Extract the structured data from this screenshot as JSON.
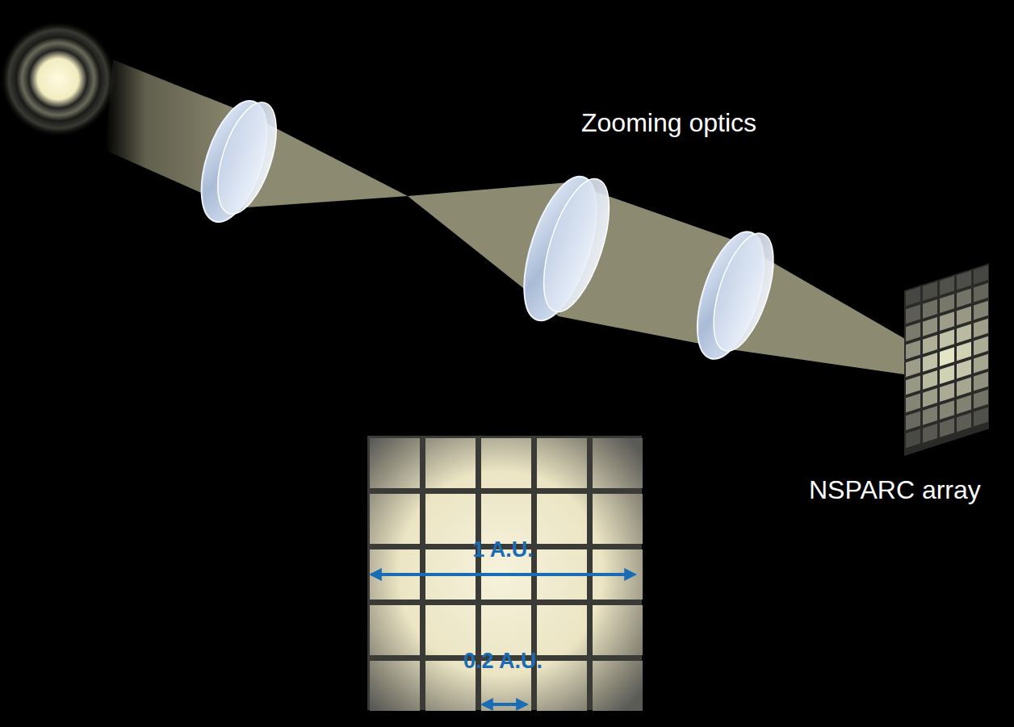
{
  "diagram": {
    "labels": [
      "Zooming optics",
      "NSPARC array",
      "1 A.U.",
      "0.2 A.U."
    ]
  }
}
